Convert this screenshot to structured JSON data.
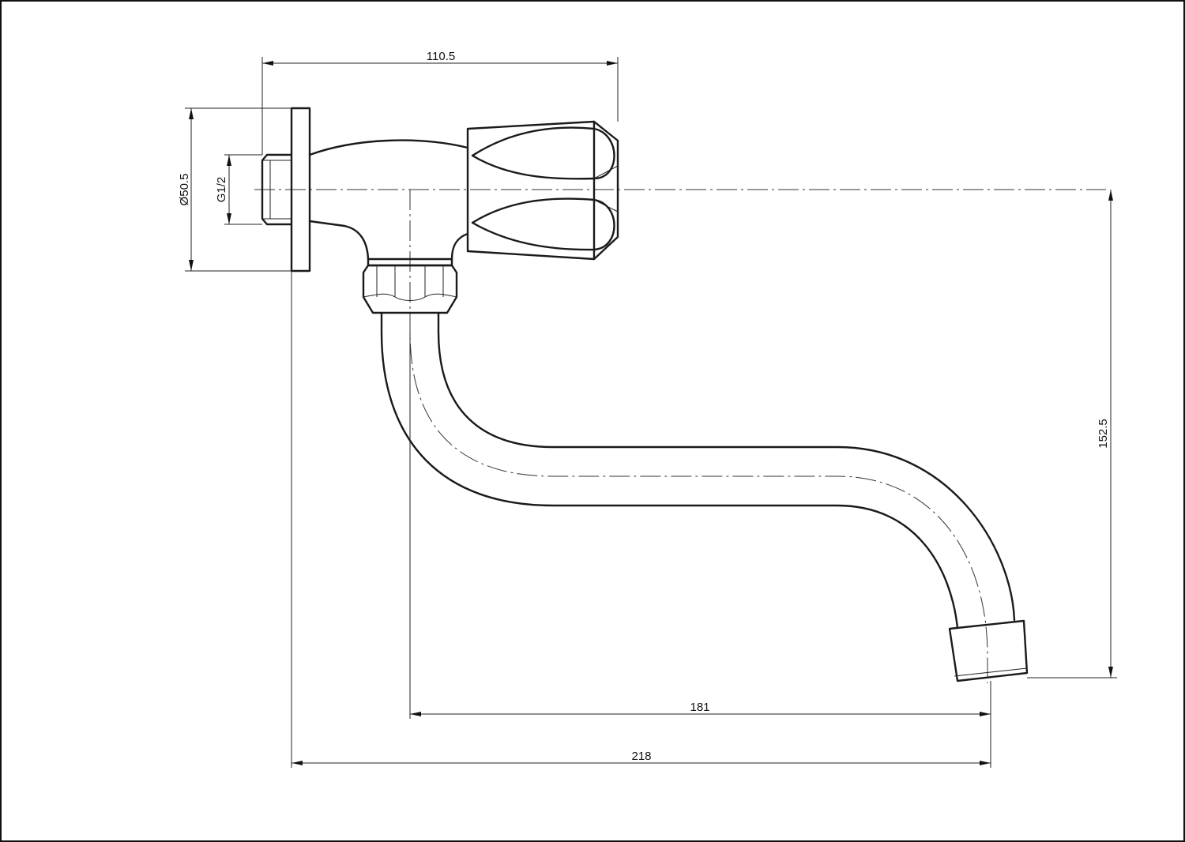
{
  "drawing": {
    "subject": "wall-mounted tap with swivel spout",
    "colors": {
      "line": "#1a1a1a",
      "background": "#ffffff"
    }
  },
  "dimensions": {
    "top_length": "110.5",
    "flange_diameter": "Ø50.5",
    "thread": "G1/2",
    "height": "152.5",
    "spout_reach": "181",
    "overall_length": "218"
  }
}
